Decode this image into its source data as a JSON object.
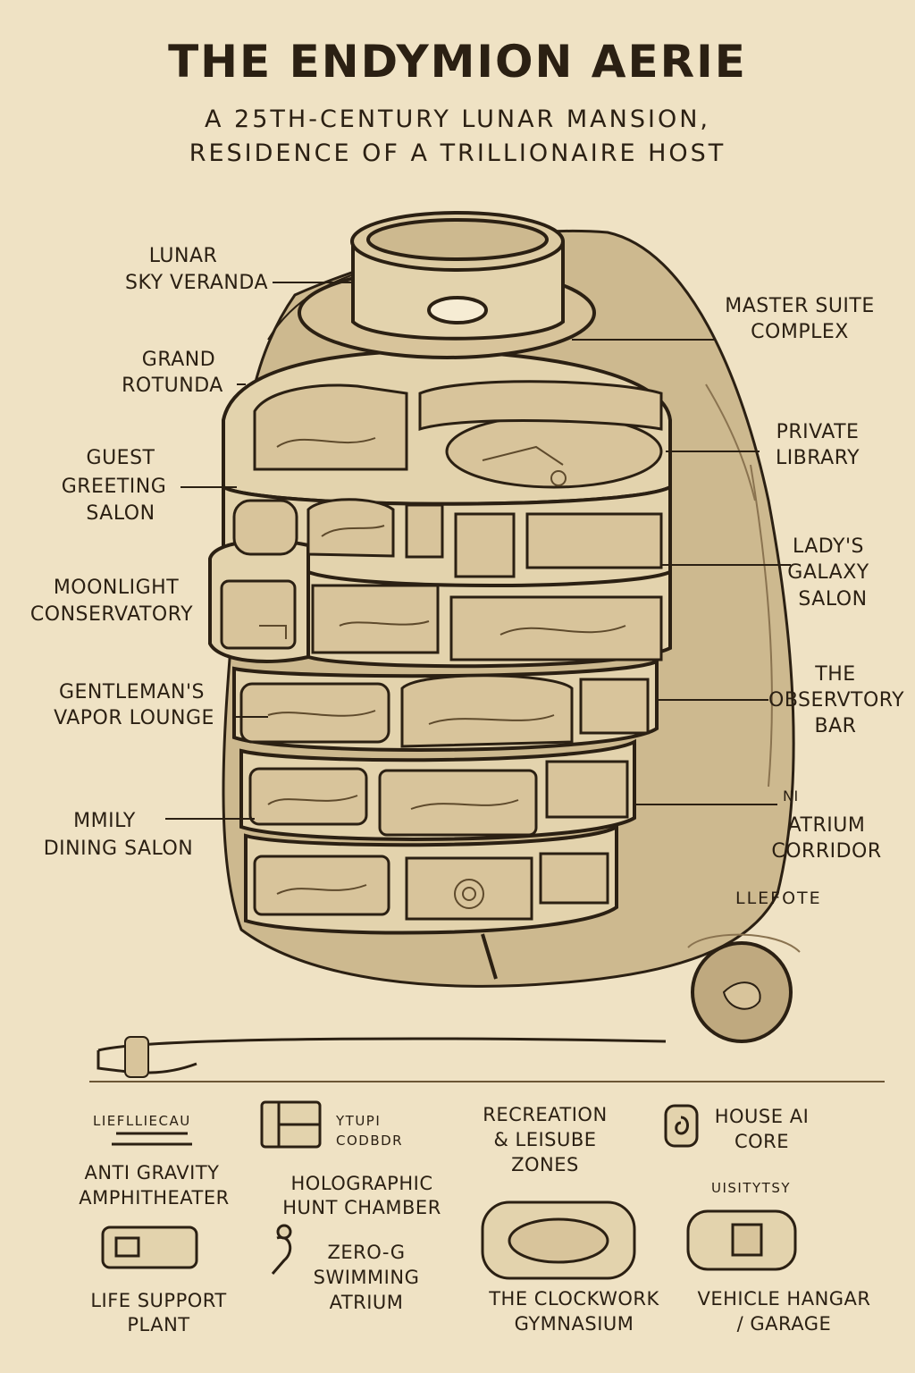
{
  "header": {
    "title": "THE ENDYMION AERIE",
    "subtitle_line1": "A 25TH-CENTURY LUNAR MANSION,",
    "subtitle_line2": "RESIDENCE OF A TRILLIONAIRE HOST"
  },
  "left_labels": {
    "sky_veranda_1": "LUNAR",
    "sky_veranda_2": "SKY VERANDA",
    "rotunda_1": "GRAND",
    "rotunda_2": "ROTUNDA",
    "greeting_1": "GUEST",
    "greeting_2": "GREETING",
    "greeting_3": "SALON",
    "conservatory_1": "MOONLIGHT",
    "conservatory_2": "CONSERVATORY",
    "vapor_1": "GENTLEMAN'S",
    "vapor_2": "VAPOR LOUNGE",
    "dining_1": "MMILY",
    "dining_2": "DINING SALON"
  },
  "right_labels": {
    "master_1": "MASTER SUITE",
    "master_2": "COMPLEX",
    "library_1": "PRIVATE",
    "library_2": "LIBRARY",
    "galaxy_1": "LADY'S",
    "galaxy_2": "GALAXY",
    "galaxy_3": "SALON",
    "bar_1": "THE",
    "bar_2": "OBSERVTORY",
    "bar_3": "BAR",
    "atrium_0": "NI",
    "atrium_1": "ATRIUM",
    "atrium_2": "CORRIDOR",
    "lleftote": "LLEFOTE"
  },
  "key": {
    "glyph_1": "LIEFLLIECAU",
    "amphi_1": "ANTI GRAVITY",
    "amphi_2": "AMPHITHEATER",
    "glyph_2a": "YTUPI",
    "glyph_2b": "CODBDR",
    "hunt_1": "HOLOGRAPHIC",
    "hunt_2": "HUNT CHAMBER",
    "rec_1": "RECREATION",
    "rec_2": "& LEISUBE",
    "rec_3": "ZONES",
    "ai_1": "HOUSE AI",
    "ai_2": "CORE",
    "glyph_3": "UISITYTSY",
    "life_1": "LIFE SUPPORT",
    "life_2": "PLANT",
    "zerog_1": "ZERO-G",
    "zerog_2": "SWIMMING",
    "zerog_3": "ATRIUM",
    "gym_1": "THE CLOCKWORK",
    "gym_2": "GYMNASIUM",
    "hangar_1": "VEHICLE HANGAR",
    "hangar_2": "/ GARAGE"
  },
  "colors": {
    "paper": "#efe2c4",
    "ink": "#2b2013",
    "rock": "#c8b58e",
    "wall": "#e3d3ad",
    "room": "#d8c49b"
  }
}
